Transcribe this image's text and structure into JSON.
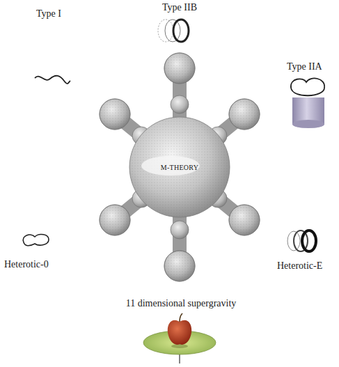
{
  "diagram": {
    "nodes": [
      {
        "text": [
          "M-THEORY"
        ]
      }
    ],
    "labels": [
      "Type IIB",
      "Type I",
      "Type IIA",
      "Heterotic-0",
      "Heterotic-E",
      "11 dimensional supergravity"
    ]
  }
}
